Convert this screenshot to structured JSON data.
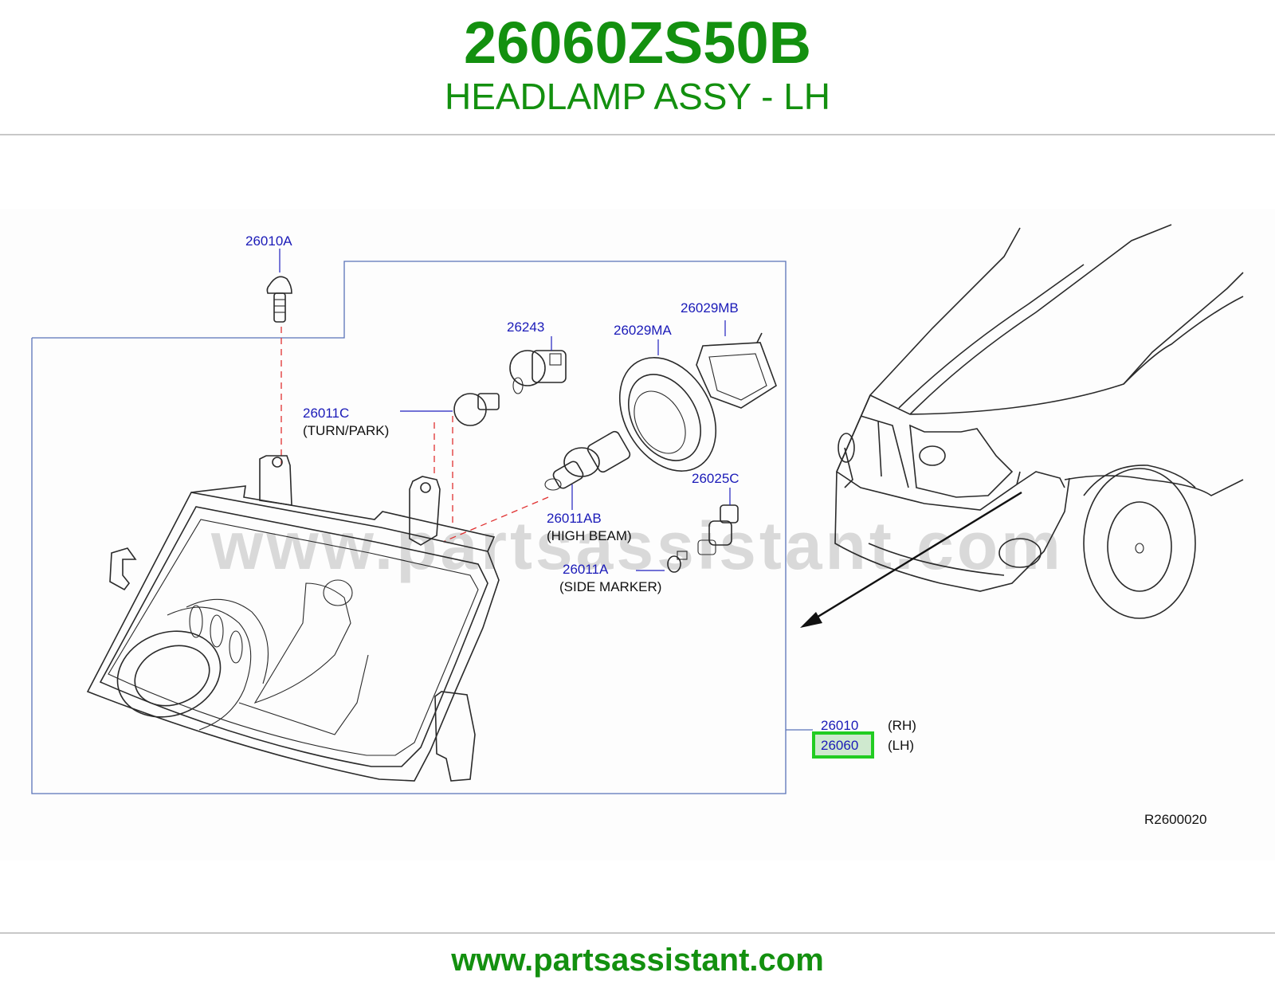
{
  "header": {
    "part_number": "26060ZS50B",
    "description": "HEADLAMP ASSY - LH"
  },
  "diagram": {
    "callouts": {
      "screw": "26010A",
      "socket": "26243",
      "cap_ma": "26029MA",
      "cap_mb": "26029MB",
      "turn_bulb": "26011C",
      "turn_note": "(TURN/PARK)",
      "high_beam_bulb": "26011AB",
      "high_beam_note": "(HIGH   BEAM)",
      "side_socket": "26025C",
      "side_bulb": "26011A",
      "side_note": "(SIDE   MARKER)",
      "assy_rh": "26010",
      "assy_rh_note": "(RH)",
      "assy_lh": "26060",
      "assy_lh_note": "(LH)"
    },
    "reference_code": "R2600020",
    "watermark": "www.partsassistant.com",
    "highlight_color": "#22cc22",
    "callout_color": "#1a1ab8"
  },
  "footer": {
    "url": "www.partsassistant.com"
  }
}
